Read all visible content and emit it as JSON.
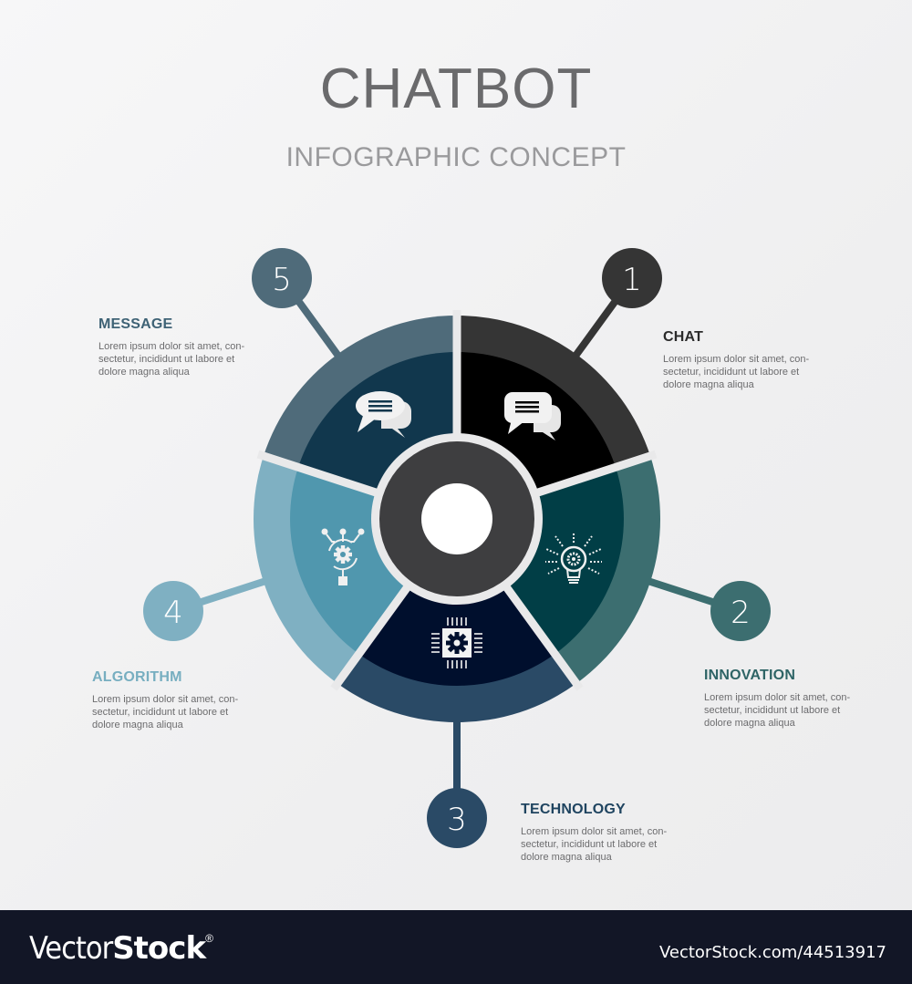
{
  "header": {
    "title": "CHATBOT",
    "subtitle": "INFOGRAPHIC CONCEPT"
  },
  "colors": {
    "background": "#f2f2f3",
    "center_ring": "#3e3e40",
    "center_hole": "#ffffff",
    "divider": "#e9e9ea",
    "footer": "#121626"
  },
  "steps": [
    {
      "number": "1",
      "title": "CHAT",
      "description_lines": [
        "Lorem ipsum dolor sit amet, con-",
        "sectetur, incididunt ut labore et",
        "dolore magna aliqua"
      ],
      "icon": "chat-bubbles-icon",
      "outer_color": "#353535",
      "inner_color": "#000000",
      "title_color": "#2b2b2b"
    },
    {
      "number": "2",
      "title": "INNOVATION",
      "description_lines": [
        "Lorem ipsum dolor sit amet, con-",
        "sectetur, incididunt ut labore et",
        "dolore magna aliqua"
      ],
      "icon": "lightbulb-gear-icon",
      "outer_color": "#3c6e70",
      "inner_color": "#013e46",
      "title_color": "#2e6466"
    },
    {
      "number": "3",
      "title": "TECHNOLOGY",
      "description_lines": [
        "Lorem ipsum dolor sit amet, con-",
        "sectetur, incididunt ut labore et",
        "dolore magna aliqua"
      ],
      "icon": "cpu-chip-gear-icon",
      "outer_color": "#2a4a66",
      "inner_color": "#000f2d",
      "title_color": "#1f4460"
    },
    {
      "number": "4",
      "title": "ALGORITHM",
      "description_lines": [
        "Lorem ipsum dolor sit amet, con-",
        "sectetur, incididunt ut labore et",
        "dolore magna aliqua"
      ],
      "icon": "algorithm-gear-icon",
      "outer_color": "#7fb0c2",
      "inner_color": "#5097ae",
      "title_color": "#77aec0"
    },
    {
      "number": "5",
      "title": "MESSAGE",
      "description_lines": [
        "Lorem ipsum dolor sit amet, con-",
        "sectetur, incididunt ut labore et",
        "dolore magna aliqua"
      ],
      "icon": "message-bubbles-icon",
      "outer_color": "#4f6b7a",
      "inner_color": "#11374d",
      "title_color": "#3e6275"
    }
  ],
  "footer": {
    "logo_thin": "Vector",
    "logo_bold": "Stock",
    "logo_mark": "®",
    "reference": "VectorStock.com/44513917"
  }
}
